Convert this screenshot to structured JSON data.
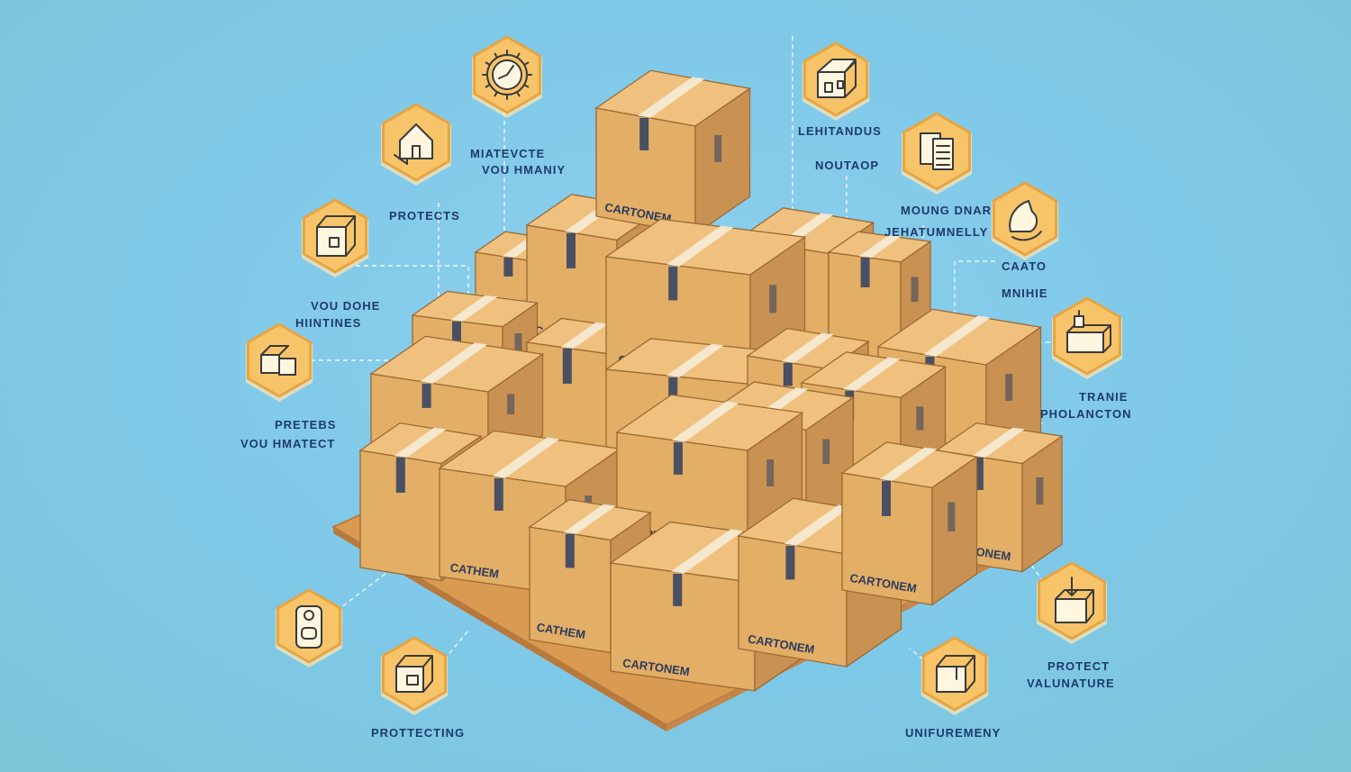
{
  "colors": {
    "background": "#7ec8e8",
    "badge_fill": "#f7c46a",
    "badge_stroke": "#e9a43f",
    "badge_shadow": "#ffe7b3",
    "label_text": "#1f3a6b",
    "box_front": "#e3ae66",
    "box_side": "#c99252",
    "box_top": "#f0c17e",
    "tape": "#f6ead4",
    "pallet": "#d99a52"
  },
  "box_brand": "CARTONEM",
  "box_brand_alt": "CARTONEM",
  "box_side_mark": "CATHEM",
  "labels": {
    "protects": "PROTECTS",
    "maintaining": [
      "MIATEVCTE",
      "VOU HMANIY"
    ],
    "lightweight": [
      "LEHITANDUS",
      "NOUTAOP"
    ],
    "moving": [
      "MOUNG DNAR",
      "JEHATUMNELLY"
    ],
    "storage": [
      "CAATO",
      "MNIHIE"
    ],
    "production": [
      "TRANIE",
      "PHOLANCTON"
    ],
    "volume": [
      "VOU DOHE",
      "HIINTINES"
    ],
    "prefers": [
      "PRETEBS",
      "VOU HMATECT"
    ],
    "protecting": "PROTTECTING",
    "uniform": "UNIFUREMENY",
    "protect_valuables": [
      "PROTECT",
      "VALUNATURE"
    ]
  },
  "icons": [
    "clock-gear-icon",
    "house-arrow-icon",
    "open-box-icon",
    "boxes-icon",
    "shop-icon",
    "documents-icon",
    "dog-icon",
    "desk-box-icon",
    "lock-tag-icon",
    "box-bag-icon",
    "package-icon",
    "box-drop-icon"
  ]
}
